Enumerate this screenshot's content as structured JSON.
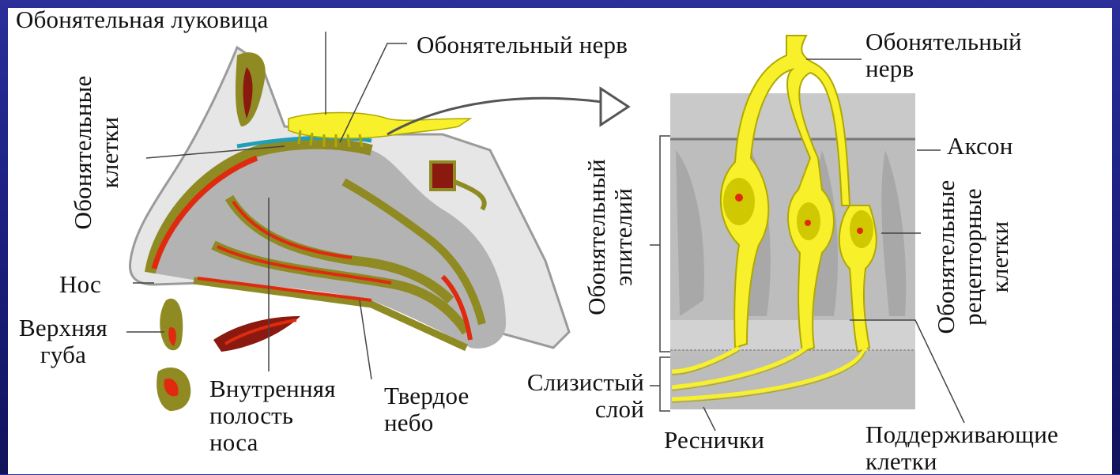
{
  "labels": {
    "bulb": "Обонятельная луковица",
    "nerve_left": "Обонятельный нерв",
    "olf_cells": "Обонятельные\nклетки",
    "nose": "Нос",
    "upper_lip": "Верхняя\nгуба",
    "nasal_cavity": "Внутренняя\nполость\nноса",
    "hard_palate": "Твердое\nнебо",
    "nerve_right": "Обонятельный\nнерв",
    "axon": "Аксон",
    "epithelium": "Обонятельный\nэпителий",
    "receptors": "Обонятельные\nрецепторные\nклетки",
    "mucus": "Слизистый\nслой",
    "cilia": "Реснички",
    "supporting": "Поддерживающие\nклетки"
  },
  "colors": {
    "background": "#1c1f7e",
    "neuron": "#f7f02a",
    "tissue": "#b5b5b5",
    "bone": "#808080",
    "mucosa_red": "#e02a10",
    "dark_red": "#8a1a10",
    "olive": "#8f8a22"
  }
}
